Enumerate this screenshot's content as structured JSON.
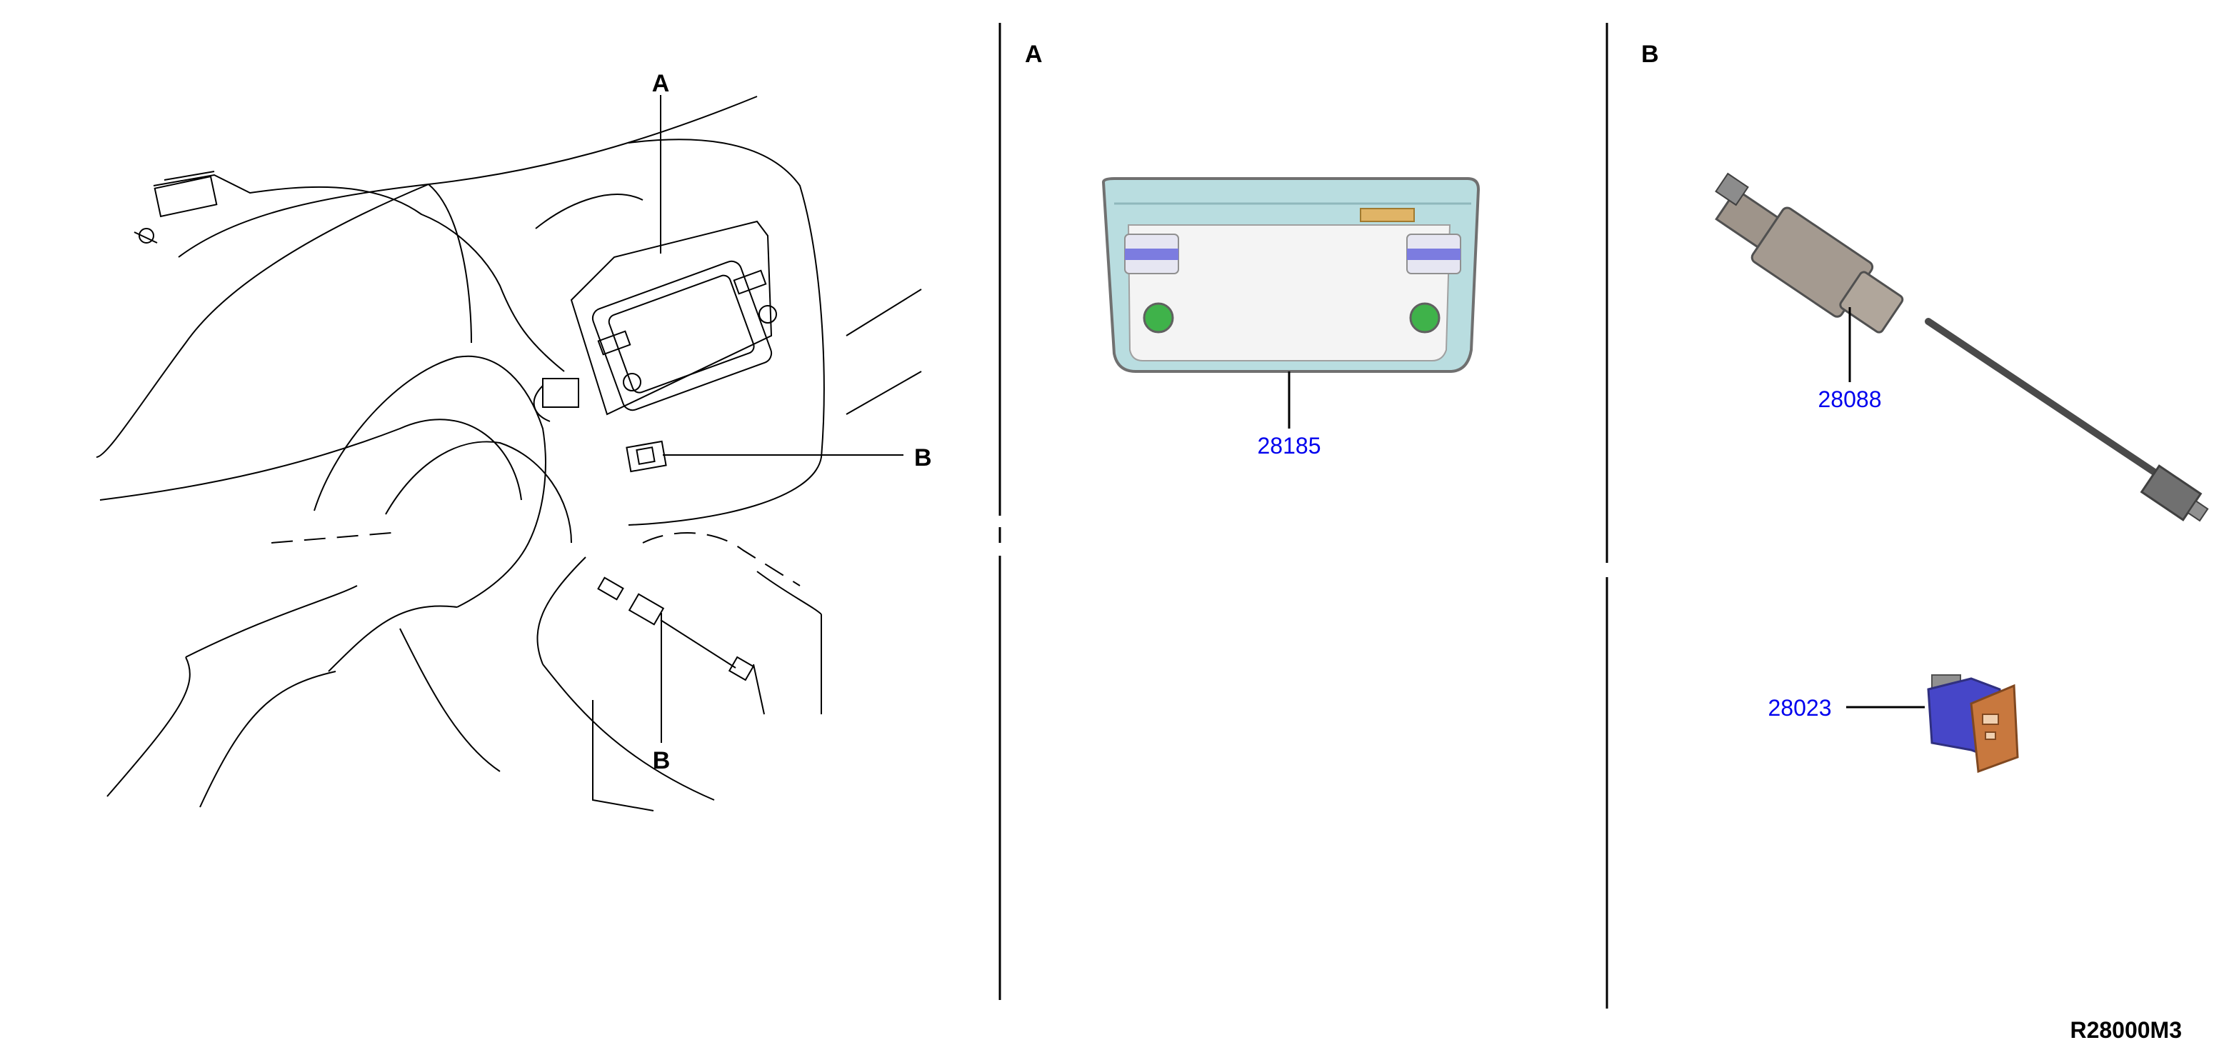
{
  "overview": {
    "callout_a_top": "A",
    "callout_b_right": "B",
    "callout_b_bottom": "B"
  },
  "panels": {
    "a": {
      "header": "A",
      "parts": [
        {
          "number": "28185"
        }
      ]
    },
    "b": {
      "header": "B",
      "parts": [
        {
          "number": "28088"
        },
        {
          "number": "28023"
        }
      ]
    }
  },
  "diagram_code": "R28000M3",
  "colors": {
    "part_number": "#0000ee",
    "camera_frame": "#b9dde0",
    "camera_face": "#f4f4f4",
    "camera_lens": "#3fb24a",
    "camera_clip": "#7c7ce0",
    "camera_tab": "#e0b466",
    "cable_body": "#a49a90",
    "cable_wire": "#4a4a4a",
    "connector_blue": "#4646c8",
    "connector_copper": "#c8783e"
  }
}
